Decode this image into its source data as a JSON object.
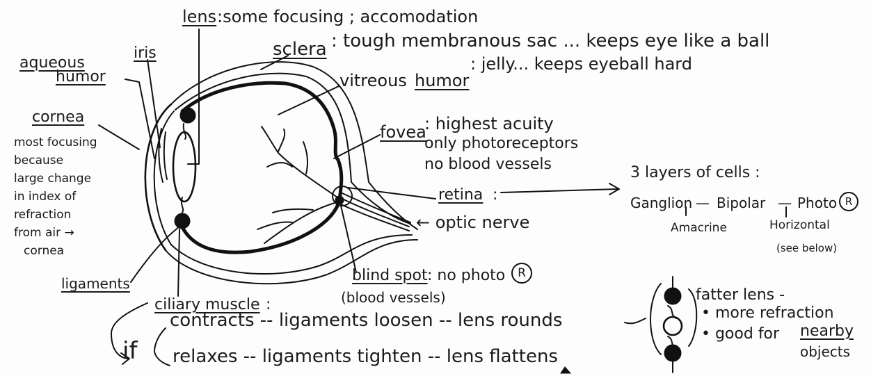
{
  "labels": {
    "lens": "lens",
    "lens_desc": ":some focusing ; accomodation",
    "sclera": "sclera",
    "sclera_desc": ": tough membranous sac ... keeps eye like a ball",
    "aqueous": "aqueous",
    "humor1": "humor",
    "iris": "iris",
    "vitreous": "vitreous",
    "humor2": "humor",
    "vitreous_desc": ": jelly... keeps eyeball hard",
    "cornea": "cornea",
    "cornea_notes": [
      "most focusing",
      "because",
      "large change",
      "in index of",
      "refraction",
      "from air →",
      "cornea"
    ],
    "fovea": "fovea",
    "fovea_desc": ": highest acuity",
    "fovea_notes": [
      "only photoreceptors",
      "no blood vessels"
    ],
    "retina": "retina",
    "retina_colon": ":",
    "optic_nerve": "← optic nerve",
    "ligaments": "ligaments",
    "blind_spot": "blind spot",
    "blind_spot_desc": ": no photo",
    "blind_spot_note": "(blood vessels)",
    "ciliary_muscle": "ciliary muscle",
    "ciliary_colon": ":"
  },
  "cells": {
    "title": "3 layers of cells :",
    "ganglion": "Ganglion",
    "bipolar": "Bipolar",
    "photo": "Photo",
    "amacrine": "Amacrine",
    "horizontal": "Horizontal",
    "see_below": "(see below)"
  },
  "ciliary": {
    "if": "if",
    "contracts": "contracts -- ligaments loosen -- lens rounds",
    "relaxes": "relaxes -- ligaments tighten -- lens flattens"
  },
  "lens_shape": {
    "fatter": "fatter lens -",
    "more_refraction": "• more refraction",
    "good_for": "• good for",
    "nearby": "nearby",
    "objects": "objects"
  },
  "symbols": {
    "receptor": "R"
  }
}
